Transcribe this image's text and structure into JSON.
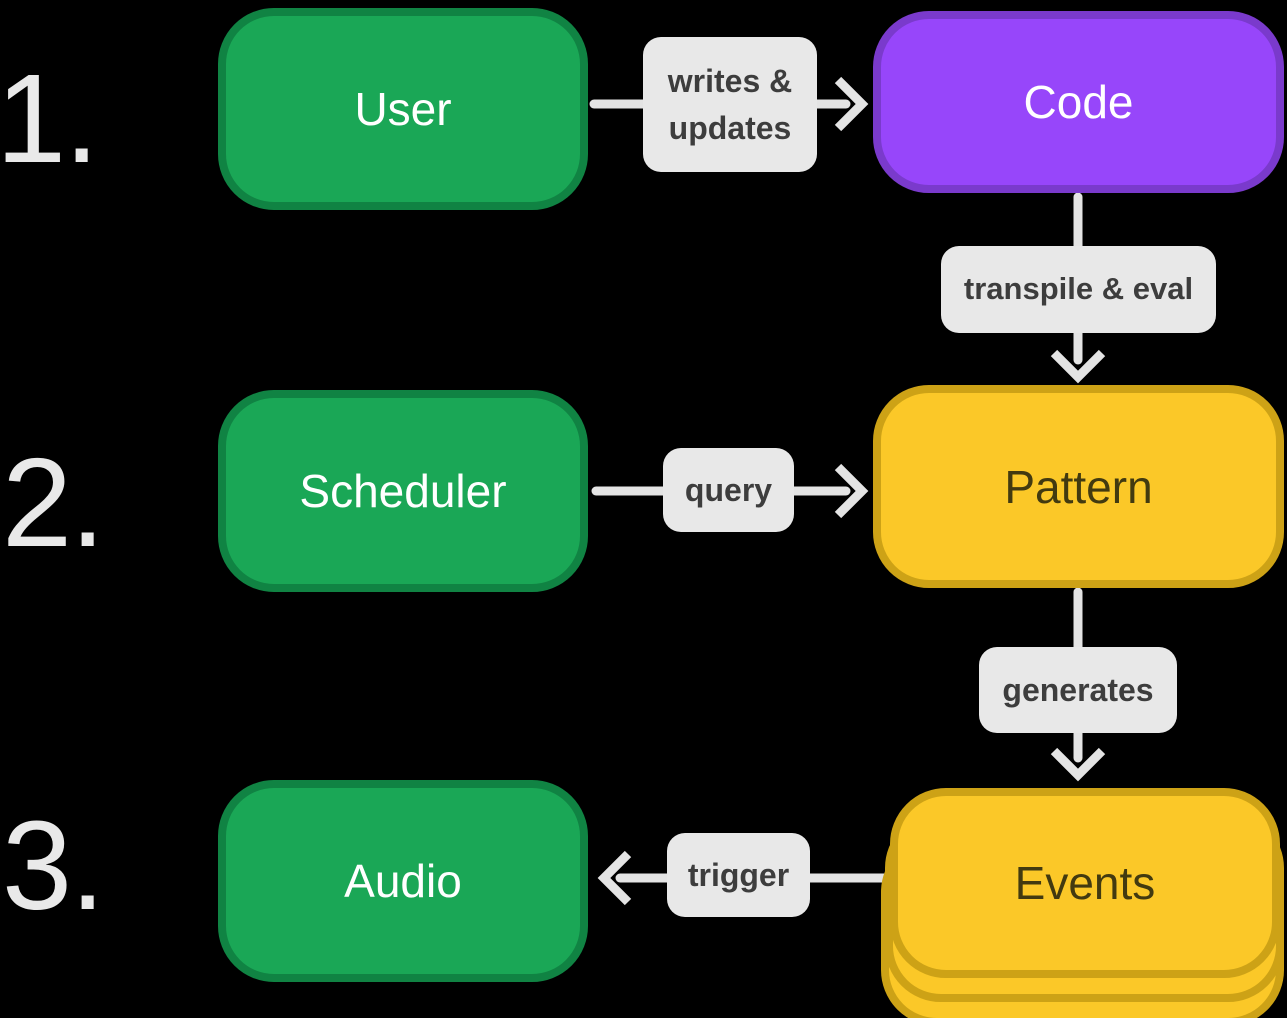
{
  "colors": {
    "background": "#000000",
    "green_fill": "#1aa756",
    "green_border": "#108343",
    "purple_fill": "#9746fa",
    "purple_border": "#7a3acc",
    "yellow_fill": "#fbc828",
    "yellow_border": "#cda216",
    "label_bg": "#e8e8e8",
    "label_text": "#3d3d3d",
    "arrow": "#e4e4e4",
    "number": "#e9e9e9",
    "node_text_light": "#ffffff",
    "node_text_dark": "#423a10"
  },
  "steps": [
    {
      "number": "1."
    },
    {
      "number": "2."
    },
    {
      "number": "3."
    }
  ],
  "nodes": {
    "user": {
      "label": "User"
    },
    "code": {
      "label": "Code"
    },
    "scheduler": {
      "label": "Scheduler"
    },
    "pattern": {
      "label": "Pattern"
    },
    "events": {
      "label": "Events"
    },
    "audio": {
      "label": "Audio"
    }
  },
  "edges": {
    "writes": {
      "label": "writes & updates"
    },
    "transpile": {
      "label": "transpile & eval"
    },
    "query": {
      "label": "query"
    },
    "generates": {
      "label": "generates"
    },
    "trigger": {
      "label": "trigger"
    }
  }
}
